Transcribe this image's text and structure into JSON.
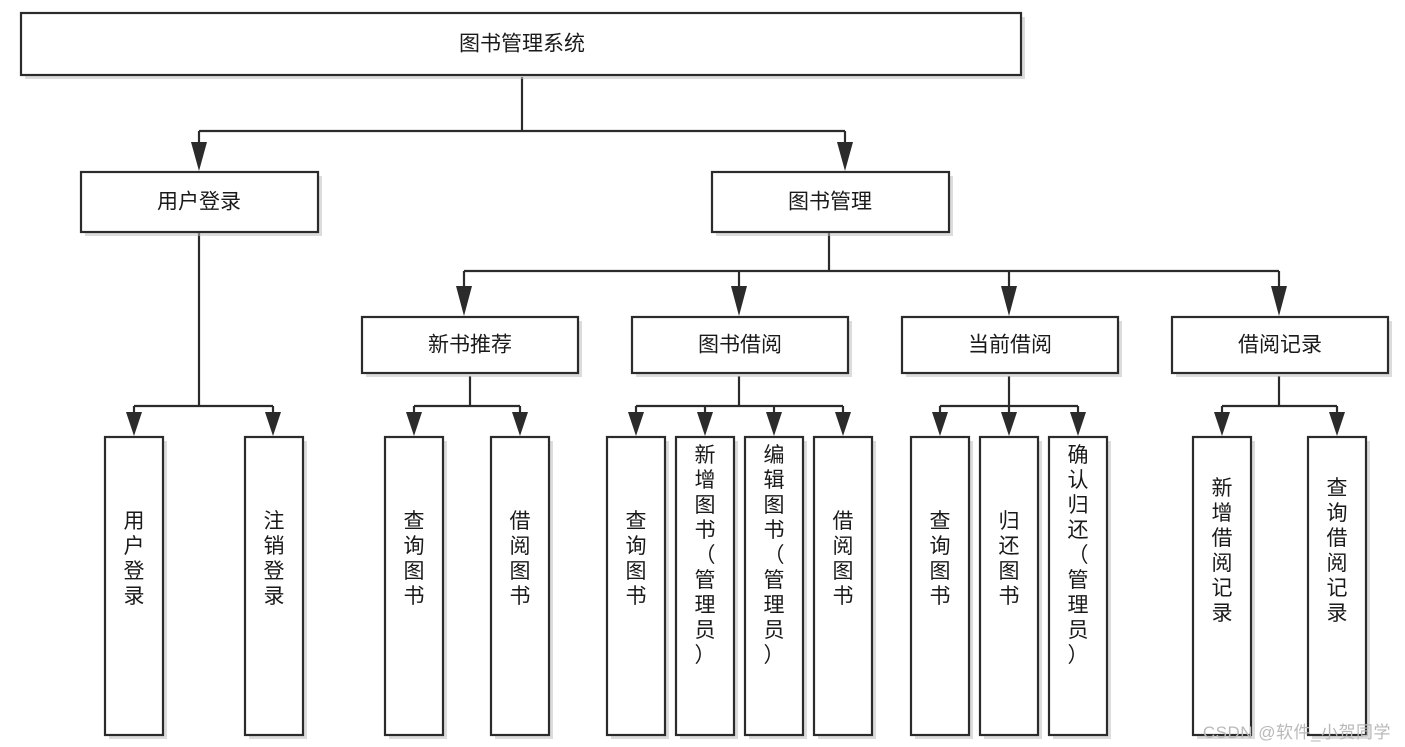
{
  "diagram": {
    "type": "tree-hierarchy-flowchart",
    "title": "图书管理系统",
    "watermark": "CSDN @软件_小贺同学",
    "colors": {
      "stroke": "#2b2b2b",
      "fill": "#ffffff",
      "text": "#1a1a1a",
      "watermark": "#b9b9b9",
      "background": "#ffffff"
    },
    "levels": {
      "root": {
        "label": "图书管理系统",
        "orientation": "horizontal"
      },
      "level2": [
        {
          "label": "用户登录",
          "orientation": "horizontal"
        },
        {
          "label": "图书管理",
          "orientation": "horizontal"
        }
      ],
      "level3": [
        {
          "label": "新书推荐",
          "orientation": "horizontal",
          "parent": "图书管理"
        },
        {
          "label": "图书借阅",
          "orientation": "horizontal",
          "parent": "图书管理"
        },
        {
          "label": "当前借阅",
          "orientation": "horizontal",
          "parent": "图书管理"
        },
        {
          "label": "借阅记录",
          "orientation": "horizontal",
          "parent": "图书管理"
        }
      ],
      "leaves": [
        {
          "label": "用户登录",
          "orientation": "vertical",
          "parent": "用户登录"
        },
        {
          "label": "注销登录",
          "orientation": "vertical",
          "parent": "用户登录"
        },
        {
          "label": "查询图书",
          "orientation": "vertical",
          "parent": "新书推荐"
        },
        {
          "label": "借阅图书",
          "orientation": "vertical",
          "parent": "新书推荐"
        },
        {
          "label": "查询图书",
          "orientation": "vertical",
          "parent": "图书借阅"
        },
        {
          "label": "新增图书（管理员）",
          "orientation": "vertical",
          "parent": "图书借阅"
        },
        {
          "label": "编辑图书（管理员）",
          "orientation": "vertical",
          "parent": "图书借阅"
        },
        {
          "label": "借阅图书",
          "orientation": "vertical",
          "parent": "图书借阅"
        },
        {
          "label": "查询图书",
          "orientation": "vertical",
          "parent": "当前借阅"
        },
        {
          "label": "归还图书",
          "orientation": "vertical",
          "parent": "当前借阅"
        },
        {
          "label": "确认归还（管理员）",
          "orientation": "vertical",
          "parent": "当前借阅"
        },
        {
          "label": "新增借阅记录",
          "orientation": "vertical",
          "parent": "借阅记录"
        },
        {
          "label": "查询借阅记录",
          "orientation": "vertical",
          "parent": "借阅记录"
        }
      ]
    }
  }
}
